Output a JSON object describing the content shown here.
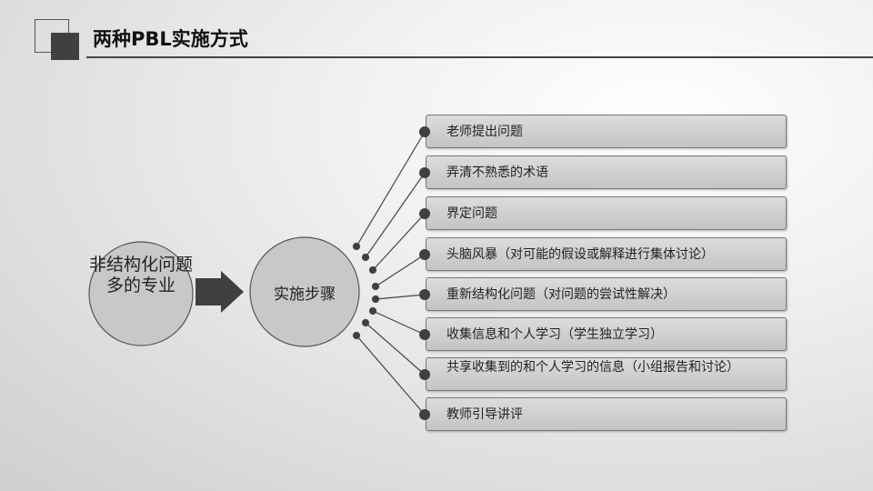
{
  "header": {
    "title": "两种PBL实施方式"
  },
  "diagram": {
    "source": "非结构化问题多的专业",
    "center": "实施步骤",
    "steps": [
      "老师提出问题",
      "弄清不熟悉的术语",
      "界定问题",
      "头脑风暴（对可能的假设或解释进行集体讨论）",
      "重新结构化问题（对问题的尝试性解决）",
      "收集信息和个人学习（学生独立学习）",
      "共享收集到的和个人学习的信息（小组报告和讨论）",
      "教师引导讲评"
    ]
  },
  "colors": {
    "dark": "#404040",
    "box": "#cfcfcf",
    "circle": "#c8c8c8"
  }
}
